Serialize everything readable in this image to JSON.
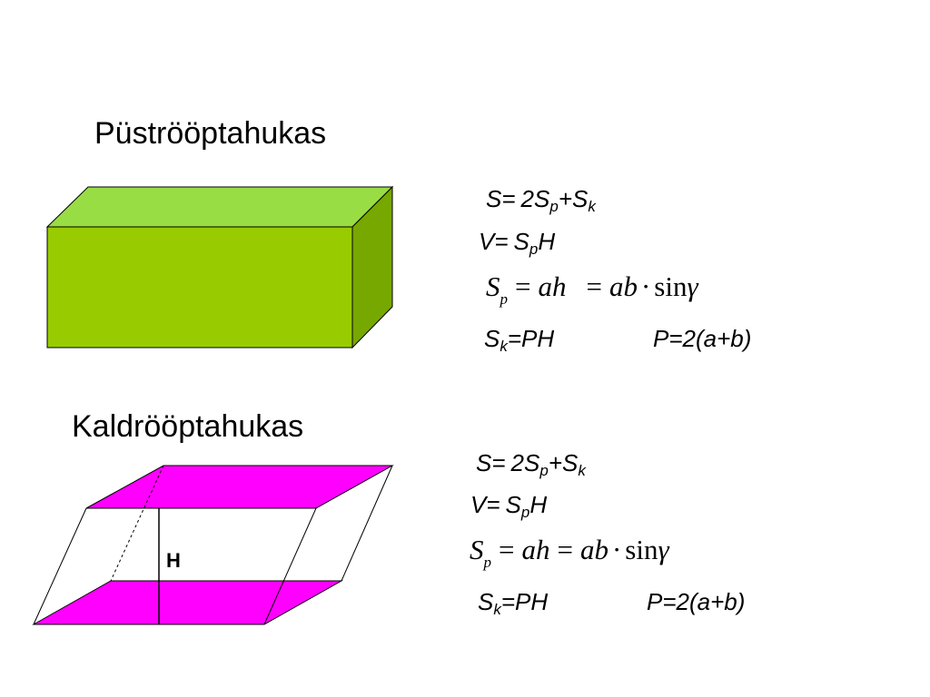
{
  "upright": {
    "title": "Püströöptahukas",
    "colors": {
      "front": "#99cc00",
      "top": "#99dd44",
      "side": "#77a800"
    },
    "surface": {
      "lhs": "S=",
      "rhs_a": "2S",
      "sub_a": "p",
      "rhs_b": "+S",
      "sub_b": "k"
    },
    "volume": {
      "lhs": "V=",
      "rhs_a": "S",
      "sub_a": "p",
      "rhs_b": "H"
    },
    "base_area": {
      "S": "S",
      "sub": "p",
      "eq1": "=",
      "ah": "ah",
      "eq2": "=",
      "ab": "ab",
      "dot": "·",
      "sin": "sin",
      "gamma": "γ"
    },
    "lateral": {
      "lhs": "S",
      "sub": "k",
      "rhs": "=PH",
      "perimeter": "P=2(a+b)"
    }
  },
  "oblique": {
    "title": "Kaldrööptahukas",
    "colors": {
      "base": "#ff00ff"
    },
    "height_label": "H",
    "surface": {
      "lhs": "S=",
      "rhs_a": "2S",
      "sub_a": "p",
      "rhs_b": "+S",
      "sub_b": "k"
    },
    "volume": {
      "lhs": "V=",
      "rhs_a": "S",
      "sub_a": "p",
      "rhs_b": "H"
    },
    "base_area": {
      "S": "S",
      "sub": "p",
      "eq1": "=",
      "ah": "ah",
      "eq2": "=",
      "ab": "ab",
      "dot": "·",
      "sin": "sin",
      "gamma": "γ"
    },
    "lateral": {
      "lhs": "S",
      "sub": "k",
      "rhs": "=PH",
      "perimeter": "P=2(a+b)"
    }
  }
}
